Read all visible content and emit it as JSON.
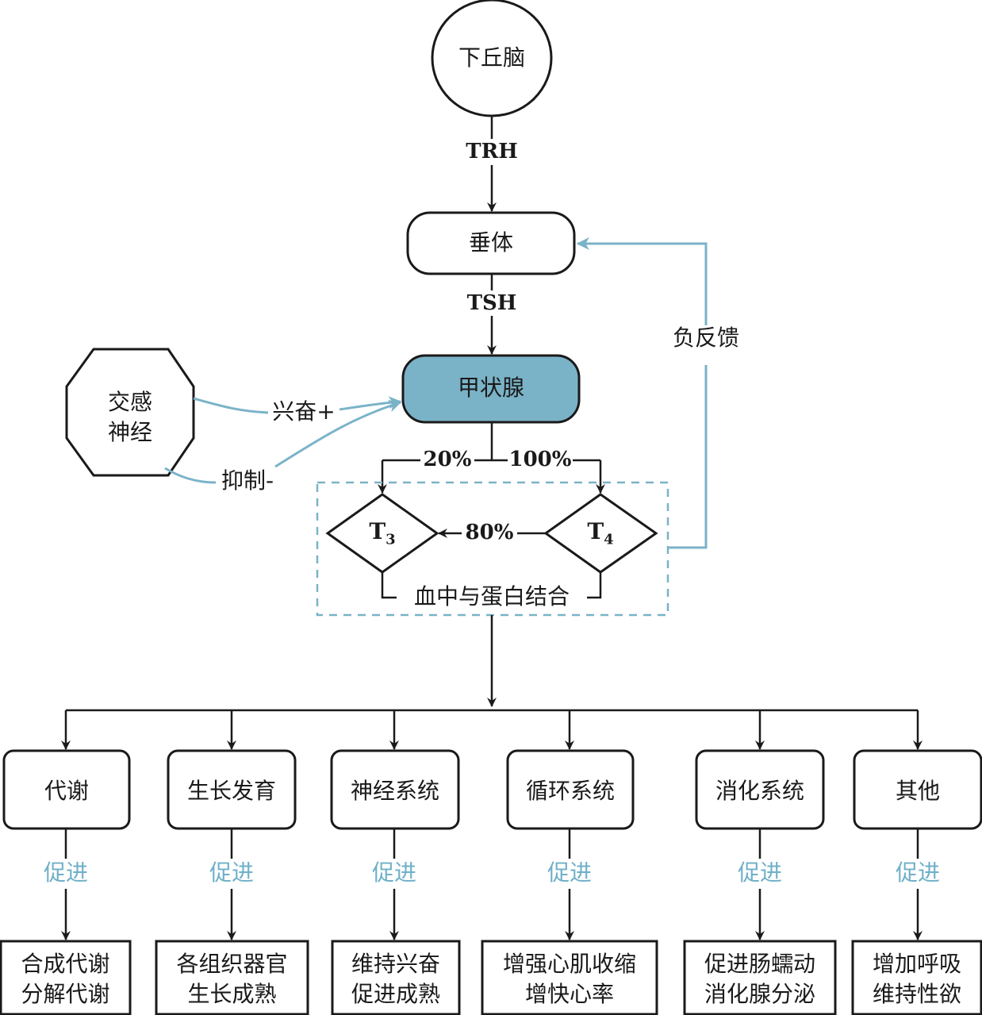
{
  "colors": {
    "line": "#1a1a1a",
    "accent": "#7ab3c8",
    "thyroid_fill": "#7ab3c8",
    "promote_text": "#6fb0c8"
  },
  "nodes": {
    "hypothalamus": "下丘脑",
    "pituitary": "垂体",
    "thyroid": "甲状腺",
    "sympathetic": [
      "交感",
      "神经"
    ],
    "t3": "T",
    "t3_sub": "3",
    "t4": "T",
    "t4_sub": "4"
  },
  "edges": {
    "trh": "TRH",
    "tsh": "TSH",
    "feedback": "负反馈",
    "excite": "兴奋+",
    "inhibit": "抑制-",
    "t3_pct": "20%",
    "t4_pct": "100%",
    "convert_pct": "80%",
    "protein_binding": "血中与蛋白结合"
  },
  "effects": [
    {
      "system": "代谢",
      "verb": "促进",
      "result": [
        "合成代谢",
        "分解代谢"
      ]
    },
    {
      "system": "生长发育",
      "verb": "促进",
      "result": [
        "各组织器官",
        "生长成熟"
      ]
    },
    {
      "system": "神经系统",
      "verb": "促进",
      "result": [
        "维持兴奋",
        "促进成熟"
      ]
    },
    {
      "system": "循环系统",
      "verb": "促进",
      "result": [
        "增强心肌收缩",
        "增快心率"
      ]
    },
    {
      "system": "消化系统",
      "verb": "促进",
      "result": [
        "促进肠蠕动",
        "消化腺分泌"
      ]
    },
    {
      "system": "其他",
      "verb": "促进",
      "result": [
        "增加呼吸",
        "维持性欲"
      ]
    }
  ]
}
